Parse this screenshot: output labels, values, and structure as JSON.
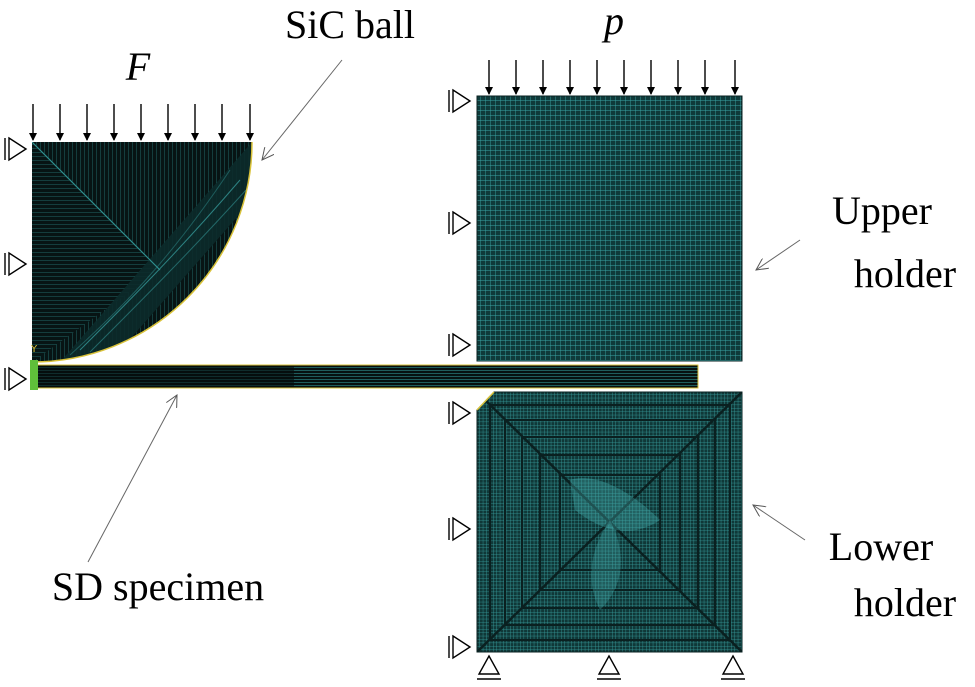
{
  "labels": {
    "force": "F",
    "pressure": "p",
    "sic_ball": "SiC ball",
    "upper_line1": "Upper",
    "upper_line2": "holder",
    "lower_line1": "Lower",
    "lower_line2": "holder",
    "specimen": "SD specimen",
    "axis_y": "Y"
  },
  "colors": {
    "mesh_dark": "#0b1f1f",
    "mesh_teal": "#2f8f8f",
    "mesh_teal_light": "#49b3b3",
    "outline_yellow": "#d9c23a",
    "arrow": "#000000"
  }
}
